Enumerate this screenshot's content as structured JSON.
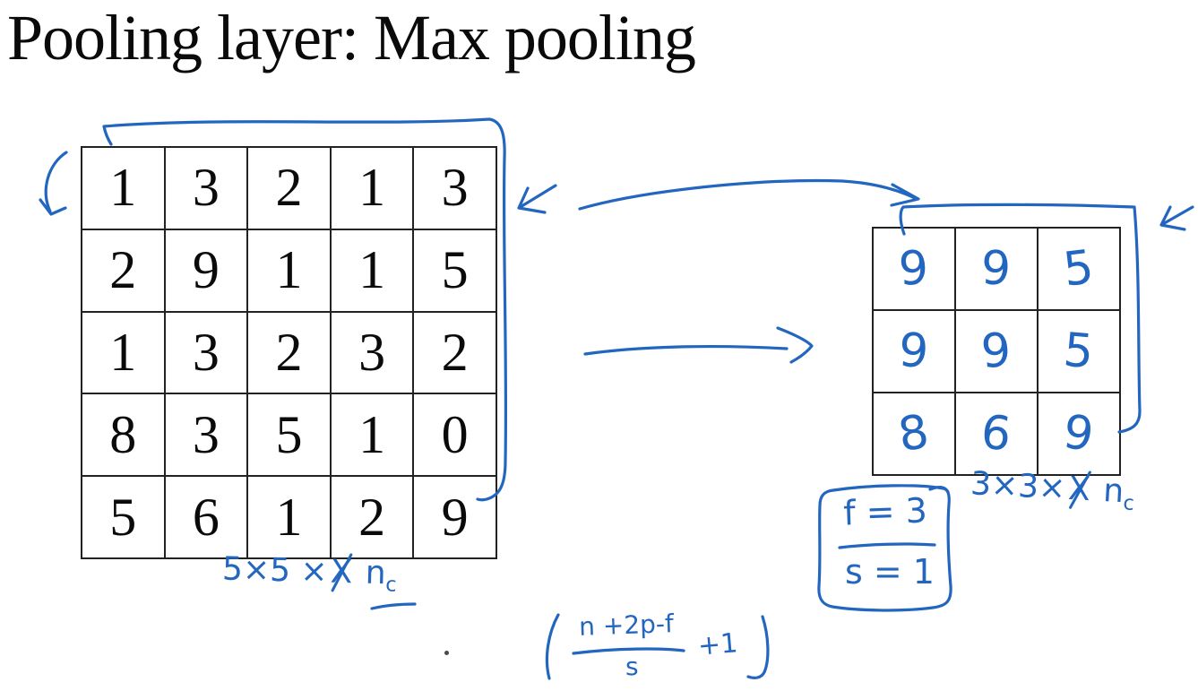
{
  "title": "Pooling layer: Max pooling",
  "colors": {
    "ink": "#2366bf",
    "grid_line": "#222222",
    "text": "#0a0a0a"
  },
  "input_grid": {
    "rows": [
      [
        "1",
        "3",
        "2",
        "1",
        "3"
      ],
      [
        "2",
        "9",
        "1",
        "1",
        "5"
      ],
      [
        "1",
        "3",
        "2",
        "3",
        "2"
      ],
      [
        "8",
        "3",
        "5",
        "1",
        "0"
      ],
      [
        "5",
        "6",
        "1",
        "2",
        "9"
      ]
    ],
    "label": {
      "prefix": "5×5 ×",
      "crossed": "X",
      "channel": "n",
      "channel_sub": "c"
    }
  },
  "output_grid": {
    "rows": [
      [
        "9",
        "9",
        "5"
      ],
      [
        "9",
        "9",
        "5"
      ],
      [
        "8",
        "6",
        "9"
      ]
    ],
    "label": {
      "prefix": "3×3×",
      "crossed": "X",
      "channel": "n",
      "channel_sub": "c"
    }
  },
  "hyperparams": {
    "filter": "f = 3",
    "stride": "s = 1"
  },
  "formula": {
    "numerator": "n +2p-f",
    "denominator": "s",
    "suffix": "+1"
  }
}
